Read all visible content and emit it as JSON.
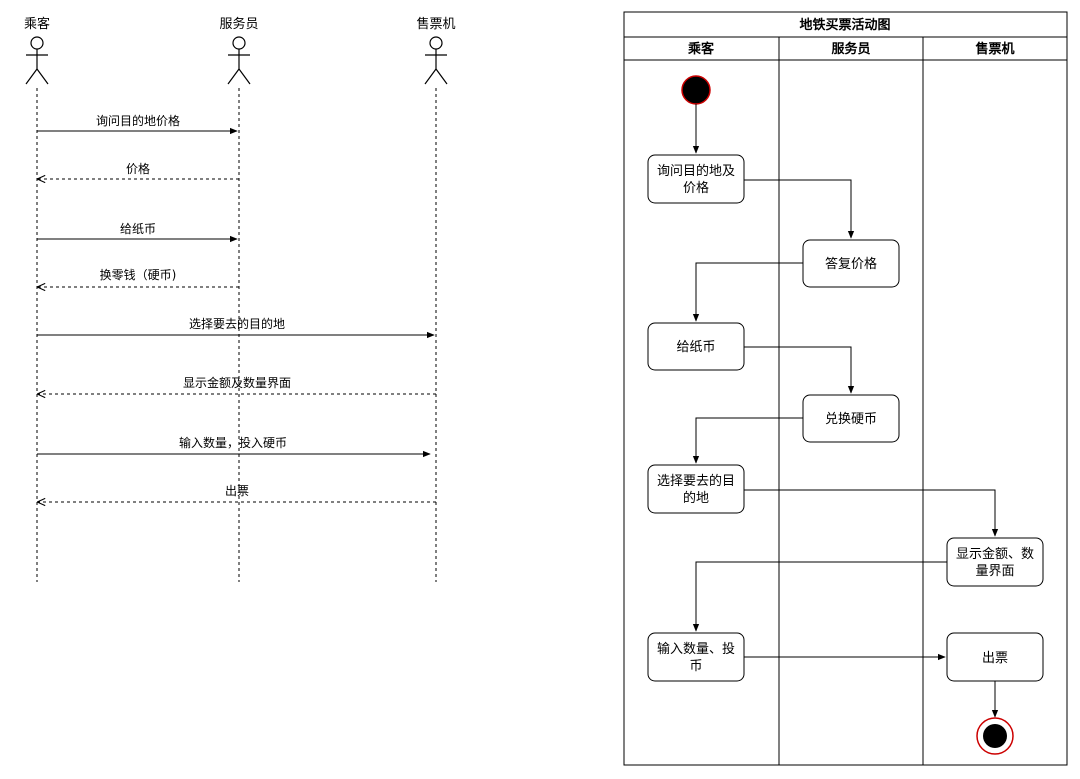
{
  "sequence": {
    "actors": [
      "乘客",
      "服务员",
      "售票机"
    ],
    "messages": [
      {
        "label": "询问目的地价格",
        "from": "乘客",
        "to": "服务员",
        "kind": "sync"
      },
      {
        "label": "价格",
        "from": "服务员",
        "to": "乘客",
        "kind": "return"
      },
      {
        "label": "给纸币",
        "from": "乘客",
        "to": "服务员",
        "kind": "sync"
      },
      {
        "label": "换零钱（硬币)",
        "from": "服务员",
        "to": "乘客",
        "kind": "return"
      },
      {
        "label": "选择要去的目的地",
        "from": "乘客",
        "to": "售票机",
        "kind": "sync"
      },
      {
        "label": "显示金额及数量界面",
        "from": "售票机",
        "to": "乘客",
        "kind": "return"
      },
      {
        "label": "输入数量，投入硬币",
        "from": "乘客",
        "to": "售票机",
        "kind": "sync"
      },
      {
        "label": "出票",
        "from": "售票机",
        "to": "乘客",
        "kind": "return"
      }
    ]
  },
  "activity": {
    "title": "地铁买票活动图",
    "lanes": [
      "乘客",
      "服务员",
      "售票机"
    ],
    "nodes": [
      {
        "id": "a1",
        "lines": [
          "询问目的地及",
          "价格"
        ],
        "lane": "乘客"
      },
      {
        "id": "a2",
        "lines": [
          "答复价格"
        ],
        "lane": "服务员"
      },
      {
        "id": "a3",
        "lines": [
          "给纸币"
        ],
        "lane": "乘客"
      },
      {
        "id": "a4",
        "lines": [
          "兑换硬币"
        ],
        "lane": "服务员"
      },
      {
        "id": "a5",
        "lines": [
          "选择要去的目",
          "的地"
        ],
        "lane": "乘客"
      },
      {
        "id": "a6",
        "lines": [
          "显示金额、数",
          "量界面"
        ],
        "lane": "售票机"
      },
      {
        "id": "a7",
        "lines": [
          "输入数量、投",
          "币"
        ],
        "lane": "乘客"
      },
      {
        "id": "a8",
        "lines": [
          "出票"
        ],
        "lane": "售票机"
      }
    ],
    "colors": {
      "node_outline": "#cc0000",
      "fill": "#000000"
    }
  }
}
